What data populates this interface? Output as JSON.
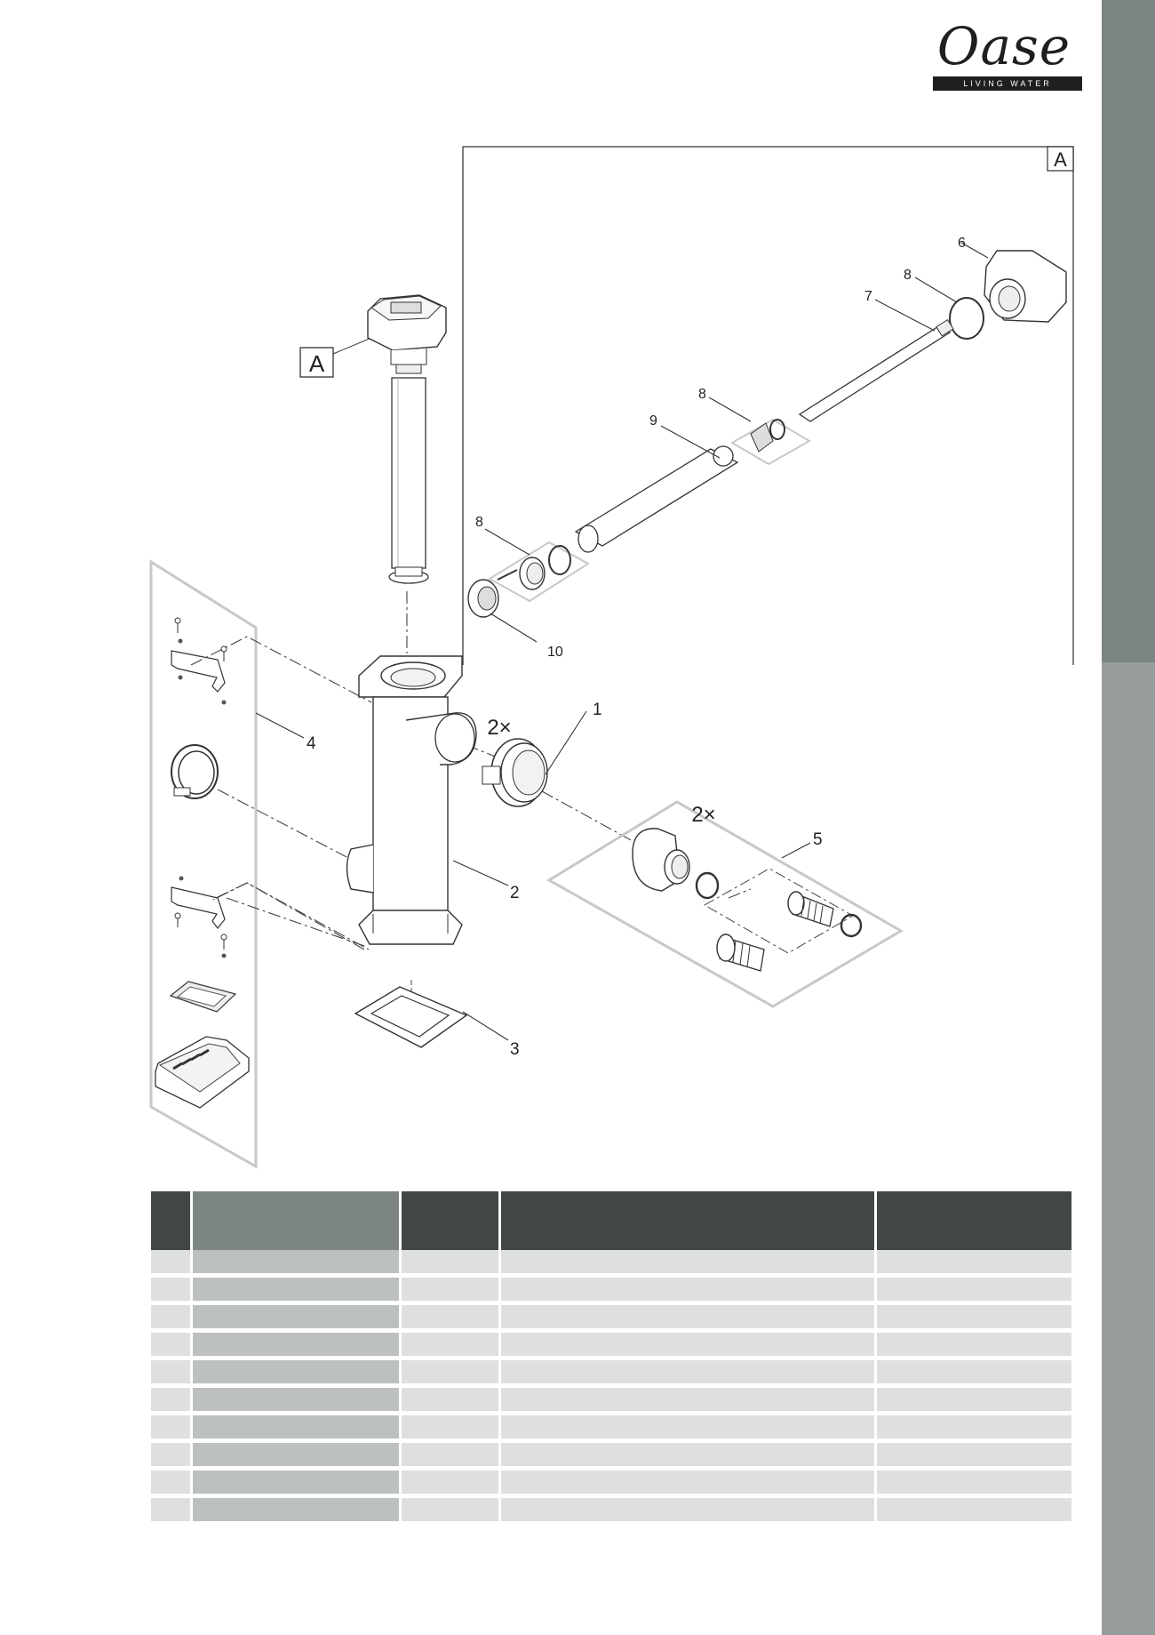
{
  "brand": {
    "name": "Oase",
    "tagline": "LIVING WATER"
  },
  "diagram": {
    "detail_marker": "A",
    "detail_label": "A",
    "multiplier_label": "2×",
    "callouts": [
      "1",
      "2",
      "3",
      "4",
      "5",
      "6",
      "7",
      "8",
      "9",
      "10"
    ]
  },
  "table": {
    "columns": 5,
    "rows": 10
  },
  "colors": {
    "sidebar_dark": "#7c8583",
    "sidebar_light": "#959c9b",
    "table_header": "#434744",
    "table_row": "#dde0df"
  }
}
